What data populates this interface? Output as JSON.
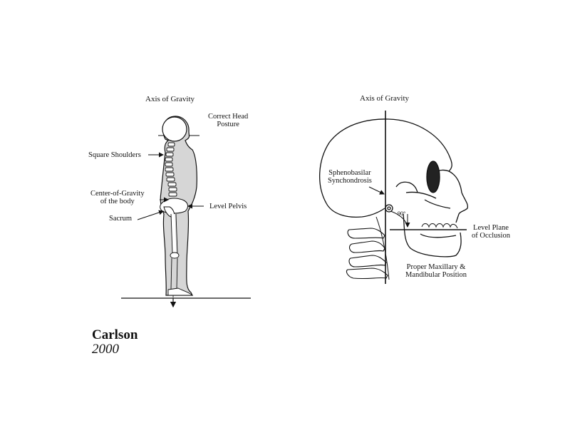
{
  "left_figure": {
    "title": "Axis of Gravity",
    "labels": {
      "correct_head_posture": [
        "Correct Head",
        "Posture"
      ],
      "square_shoulders": "Square Shoulders",
      "center_of_gravity": [
        "Center-of-Gravity",
        "of the body"
      ],
      "sacrum": "Sacrum",
      "level_pelvis": "Level Pelvis"
    }
  },
  "right_figure": {
    "title": "Axis of Gravity",
    "angle_label": "90°",
    "labels": {
      "sphenobasilar": [
        "Sphenobasilar",
        "Synchondrosis"
      ],
      "level_plane": [
        "Level Plane",
        "of Occlusion"
      ],
      "maxillary": [
        "Proper Maxillary &",
        "Mandibular Position"
      ]
    }
  },
  "citation": {
    "author": "Carlson",
    "year": "2000"
  }
}
